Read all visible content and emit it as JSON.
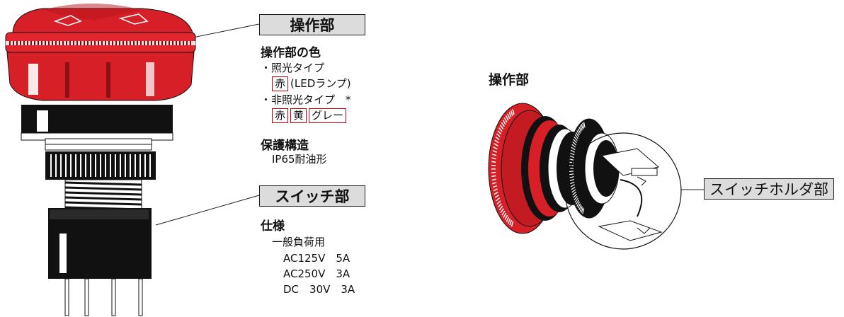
{
  "left_panel": {
    "operation_label": "操作部",
    "op_color_heading": "操作部の色",
    "illuminated_type": "・照光タイプ",
    "illuminated_color": "赤",
    "illuminated_note": "(LEDランプ)",
    "non_illuminated_type": "・非照光タイプ　*",
    "non_illuminated_colors": [
      "赤",
      "黄",
      "グレー"
    ],
    "protection_heading": "保護構造",
    "protection_value": "IP65耐油形",
    "switch_label": "スイッチ部",
    "spec_heading": "仕様",
    "spec_load": "一般負荷用",
    "spec_lines": [
      "AC125V　5A",
      "AC250V　3A",
      "DC　30V　3A"
    ]
  },
  "right_panel": {
    "operation_label": "操作部",
    "switch_holder_label": "スイッチホルダ部"
  },
  "colors": {
    "button_red": "#d61f26",
    "dark_red": "#8e1014",
    "label_bg": "#dcdcdc",
    "boxed_border": "#cc0000"
  }
}
